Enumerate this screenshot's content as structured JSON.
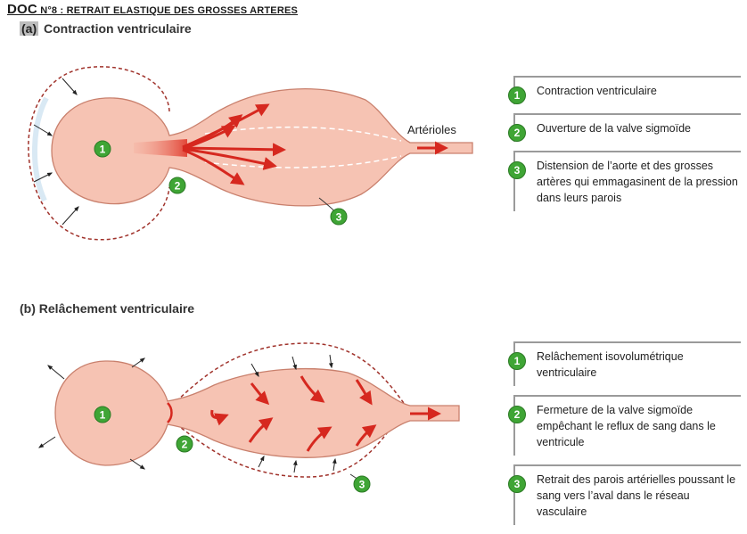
{
  "doc_title": {
    "prefix": "DOC",
    "rest": " N°8 : ",
    "subtitle": "RETRAIT ELASTIQUE DES GROSSES ARTERES"
  },
  "section_a": {
    "letter": "(a)",
    "title": "Contraction ventriculaire"
  },
  "section_b": {
    "letter": "(b)",
    "title": "Relâchement ventriculaire"
  },
  "label_arterioles": "Artérioles",
  "colors": {
    "vessel": "#f6c3b3",
    "vessel_stroke": "#c9806d",
    "arrow": "#d6281f",
    "badge": "#3fa535",
    "dashed": "#a0322b"
  },
  "badges_a": [
    "1",
    "2",
    "3"
  ],
  "badges_b": [
    "1",
    "2",
    "3"
  ],
  "legend_a": [
    {
      "num": "1",
      "text": "Contraction ventriculaire"
    },
    {
      "num": "2",
      "text": "Ouverture de la valve sigmoïde"
    },
    {
      "num": "3",
      "text": "Distension de l’aorte et des grosses artères qui emmagasinent de la pression dans leurs parois"
    }
  ],
  "legend_b": [
    {
      "num": "1",
      "text": "Relâchement isovolumétrique ventriculaire"
    },
    {
      "num": "2",
      "text": "Fermeture de la valve sigmoïde empêchant le reflux de sang dans le ventricule"
    },
    {
      "num": "3",
      "text": "Retrait des parois artérielles poussant le sang vers l’aval dans le réseau vasculaire"
    }
  ]
}
